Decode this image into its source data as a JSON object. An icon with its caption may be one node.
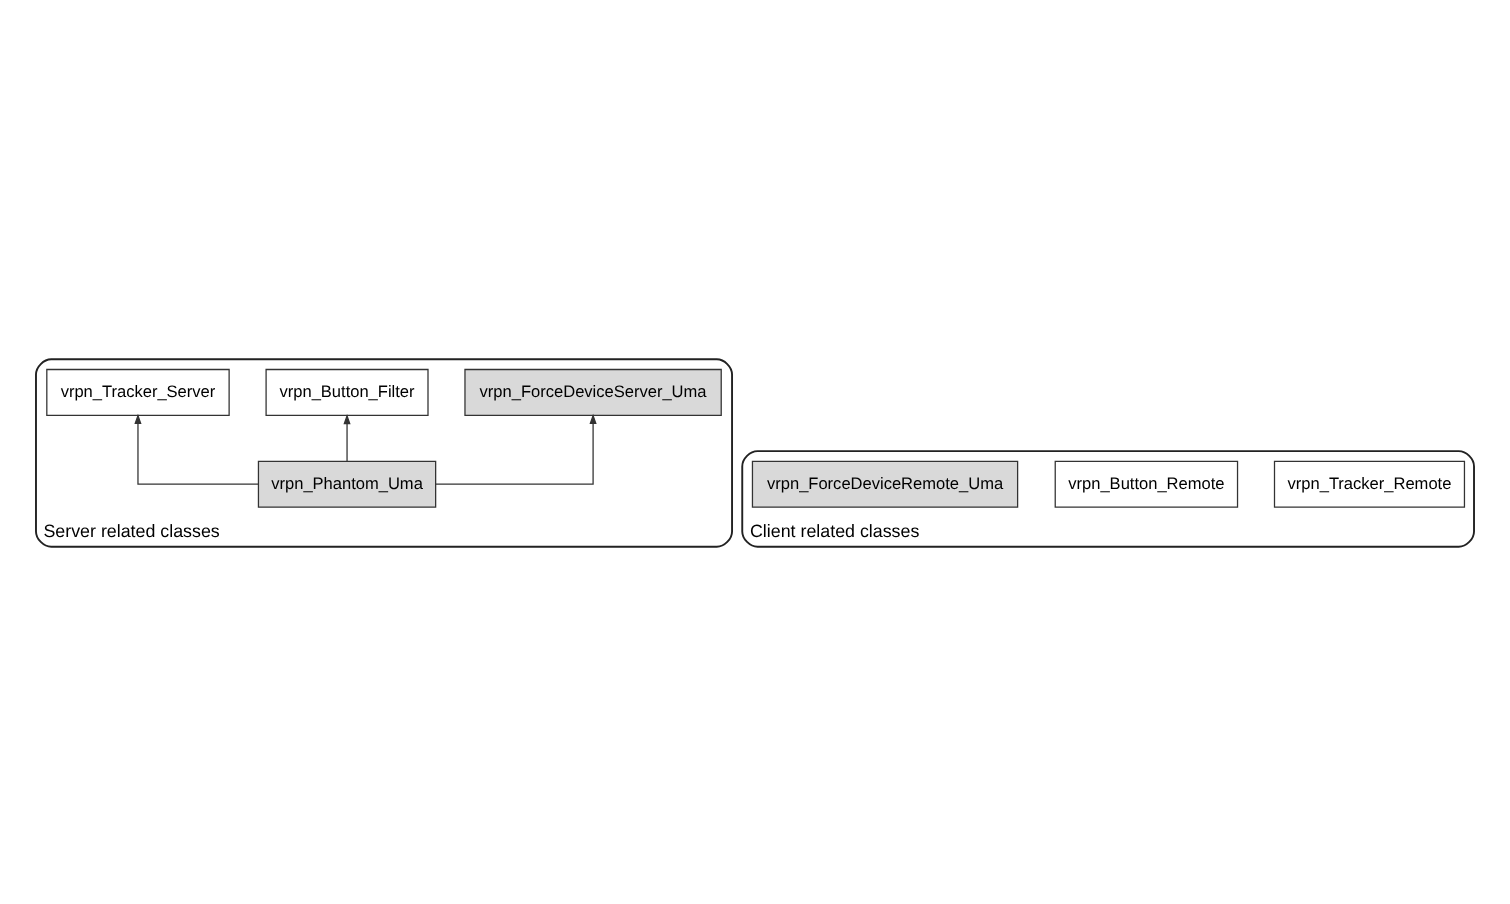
{
  "diagram": {
    "nodes": [
      {
        "text": [
          "Server related classes"
        ]
      },
      {
        "text": [
          "vrpn_Tracker_Server"
        ],
        "in": 0
      },
      {
        "text": [
          "vrpn_Button_Filter"
        ],
        "in": 0
      },
      {
        "text": [
          "vrpn_ForceDeviceServer_Uma"
        ],
        "in": 0
      },
      {
        "text": [
          "vrpn_Phantom_Uma"
        ],
        "in": 0
      },
      {
        "text": [
          "Client related classes"
        ]
      },
      {
        "text": [
          "vrpn_Tracker_Remote"
        ],
        "in": 5
      },
      {
        "text": [
          "vrpn_Button_Remote"
        ],
        "in": 5
      },
      {
        "text": [
          "vrpn_ForceDeviceRemote_Uma"
        ],
        "in": 5
      }
    ],
    "edges": [
      {
        "from": 4,
        "to": 1,
        "arrow": "to"
      },
      {
        "from": 4,
        "to": 2,
        "arrow": "to"
      },
      {
        "from": 4,
        "to": 3,
        "arrow": "to"
      }
    ]
  }
}
